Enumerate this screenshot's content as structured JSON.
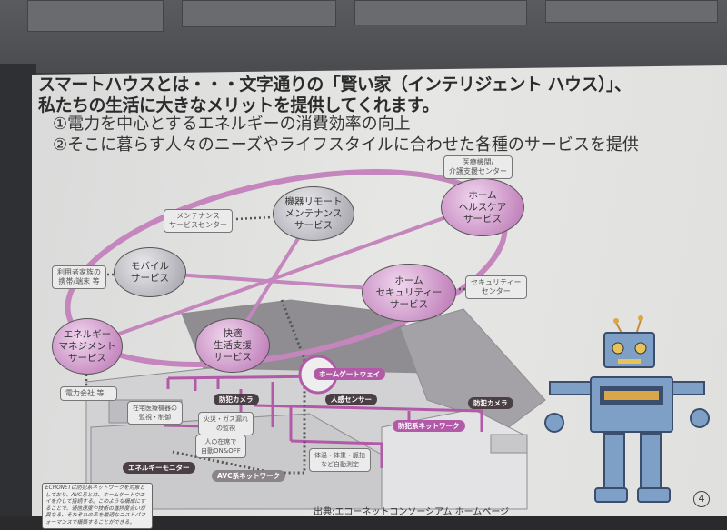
{
  "slide": {
    "title_line1": "スマートハウスとは・・・文字通りの「賢い家（インテリジェント ハウス）」、",
    "title_line2": "私たちの生活に大きなメリットを提供してくれます。",
    "bullet1": "①電力を中心とするエネルギーの消費効率の向上",
    "bullet2": "②そこに暮らす人々のニーズやライフスタイルに合わせた各種のサービスを提供",
    "page_number": "4",
    "source": "出典:エコーネットコンソーシアム ホームページ"
  },
  "nodes": {
    "remote": [
      "機器リモート",
      "メンテナンス",
      "サービス"
    ],
    "health": [
      "ホーム",
      "ヘルスケア",
      "サービス"
    ],
    "mobile": [
      "モバイル",
      "サービス"
    ],
    "security": [
      "ホーム",
      "セキュリティー",
      "サービス"
    ],
    "energy": [
      "エネルギー",
      "マネジメント",
      "サービス"
    ],
    "comfort": [
      "快適",
      "生活支援",
      "サービス"
    ]
  },
  "labels": {
    "maint_center": [
      "メンテナンス",
      "サービスセンター"
    ],
    "family": [
      "利用者家族の",
      "携帯/端末 等"
    ],
    "medical": [
      "医療機関/",
      "介護支援センター"
    ],
    "sec_center": [
      "セキュリティー",
      "センター"
    ],
    "power": "電力会社 等…"
  },
  "house": {
    "gateway": "ホームゲートウェイ",
    "motion_sensor": "人感センサー",
    "camera1": "防犯カメラ",
    "camera2": "防犯カメラ",
    "security_net": "防犯系ネットワーク",
    "medical_dev": [
      "在宅医療機器の",
      "監視・制御"
    ],
    "fire_gas": [
      "火災・ガス漏れ",
      "の監視"
    ],
    "presence": [
      "人の在席で",
      "自動ON&OFF"
    ],
    "vitals": [
      "体温・体重・脈拍",
      "など自動測定"
    ],
    "energy_monitor": "エネルギーモニター",
    "avc_net": "AVC系ネットワーク",
    "note": "ECHONETは防犯系ネットワークを対象としており、AVC系とは、ホームゲートウエイを介して接続する。このような構成にすることで、通信速度や技術の進捗度合いが異なる、それぞれの系を最適なコストパフォーマンスで構築することができる。"
  },
  "colors": {
    "accent": "#b25aa8",
    "slide_bg": "#e3e3e1"
  }
}
